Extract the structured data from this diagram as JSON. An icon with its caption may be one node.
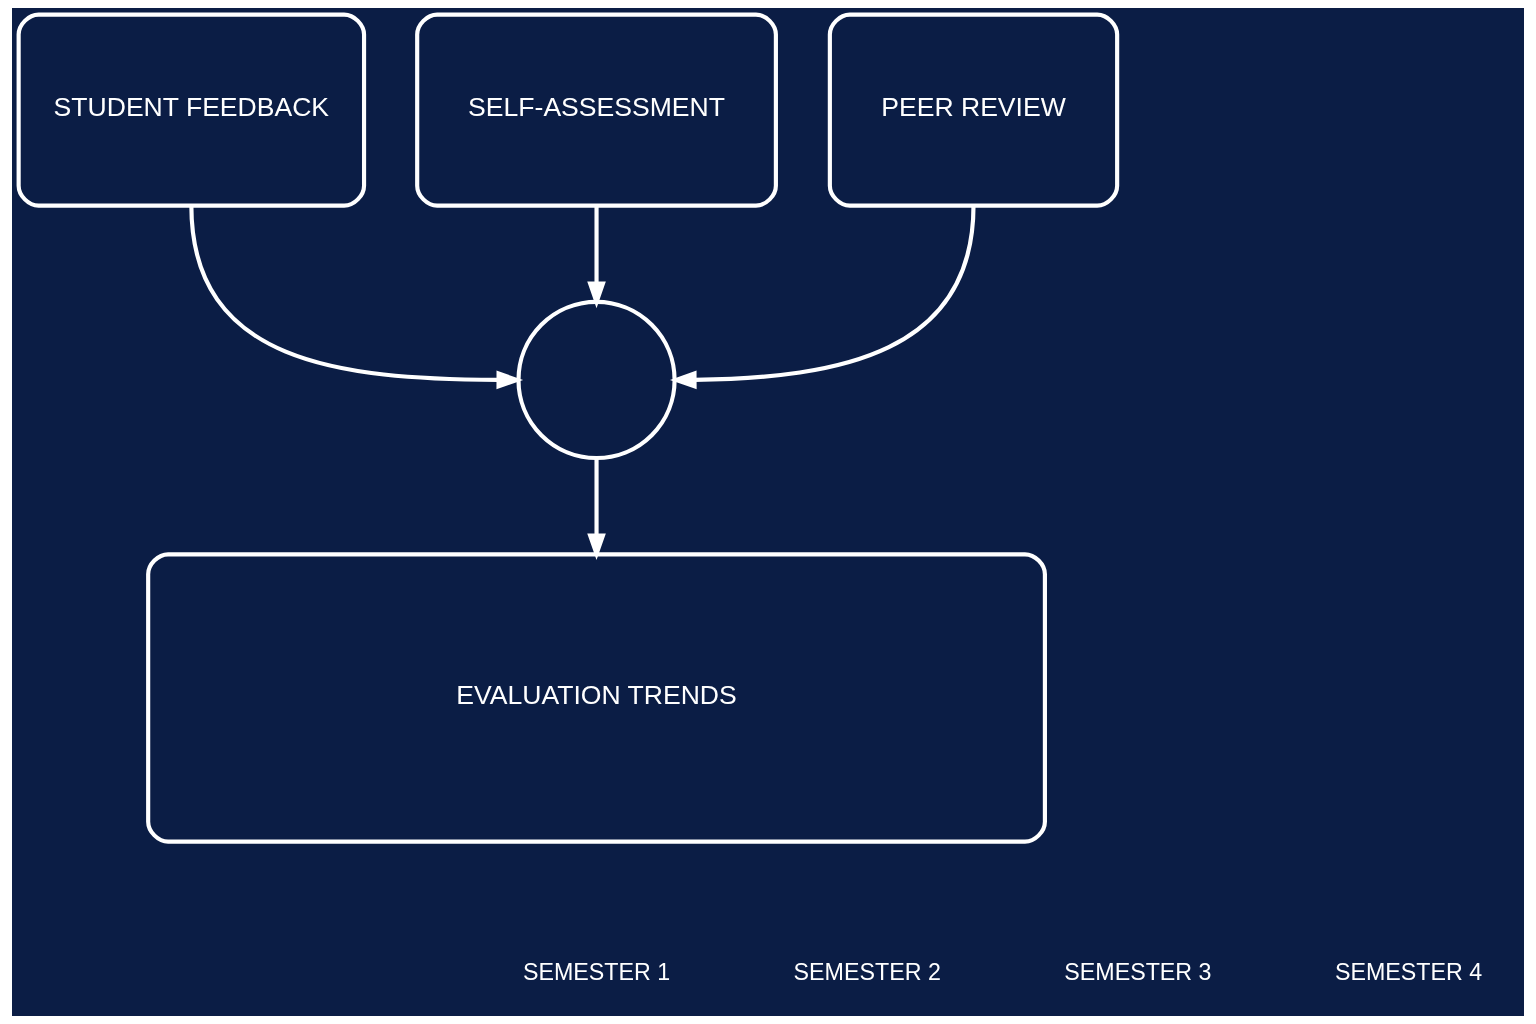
{
  "diagram": {
    "nodes": [
      {
        "text": [
          "STUDENT FEEDBACK"
        ]
      },
      {
        "text": [
          "SELF-ASSESSMENT"
        ]
      },
      {
        "text": [
          "PEER REVIEW"
        ]
      },
      {
        "text": [],
        "shape": "circle"
      },
      {
        "text": [
          "EVALUATION TRENDS"
        ]
      }
    ],
    "edges": [
      {
        "from": 0,
        "to": 3,
        "arrow": "to"
      },
      {
        "from": 1,
        "to": 3,
        "arrow": "to"
      },
      {
        "from": 2,
        "to": 3,
        "arrow": "to"
      },
      {
        "from": 3,
        "to": 4,
        "arrow": "to"
      }
    ],
    "labels": [
      "SEMESTER 1",
      "SEMESTER 2",
      "SEMESTER 3",
      "SEMESTER 4"
    ]
  }
}
